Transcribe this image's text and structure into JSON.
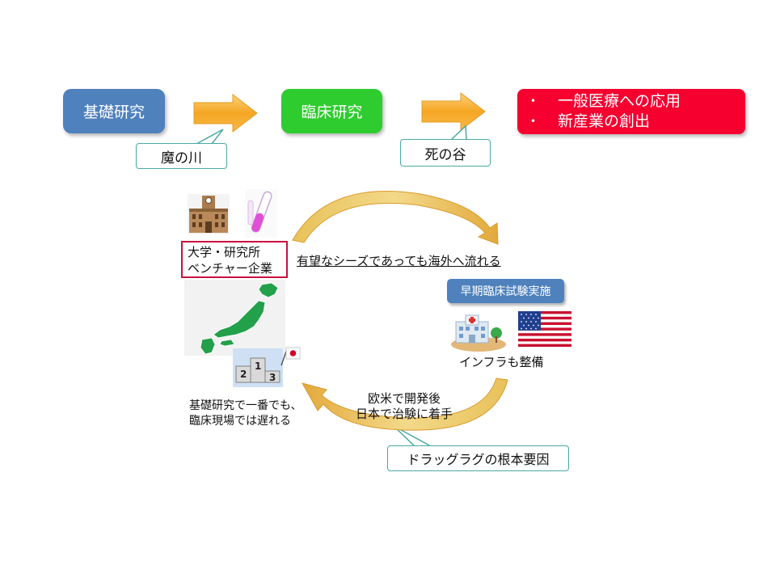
{
  "stages": {
    "basic": "基礎研究",
    "clinical": "臨床研究"
  },
  "outcomes": [
    "一般医療への応用",
    "新産業の創出"
  ],
  "bullet": "•",
  "callouts": {
    "devil_river": "魔の川",
    "death_valley": "死の谷",
    "root_cause": "ドラッグラグの根本要因"
  },
  "labels": {
    "institutions_line1": "大学・研究所",
    "institutions_line2": "ベンチャー企業",
    "seeds_outflow": "有望なシーズであっても海外へ流れる",
    "early_trials": "早期臨床試験実施",
    "infrastructure": "インフラも整備",
    "overseas_line1": "欧米で開発後",
    "overseas_line2": "日本で治験に着手",
    "japan_line1": "基礎研究で一番でも、",
    "japan_line2": "臨床現場では遅れる",
    "podium_1": "1",
    "podium_2": "2",
    "podium_3": "3"
  },
  "colors": {
    "basic_box": "#4f81bd",
    "clinical_box": "#2ecc2e",
    "outcome_box": "#f5002f",
    "arrow": "#f5a623",
    "callout_border": "#4aa9a6",
    "red_border": "#c8103e",
    "map_green": "#22a04a"
  },
  "icons": [
    "university-building-icon",
    "test-tube-icon",
    "japan-map-icon",
    "podium-icon",
    "japan-flag-icon",
    "hospital-icon",
    "us-flag-icon"
  ]
}
